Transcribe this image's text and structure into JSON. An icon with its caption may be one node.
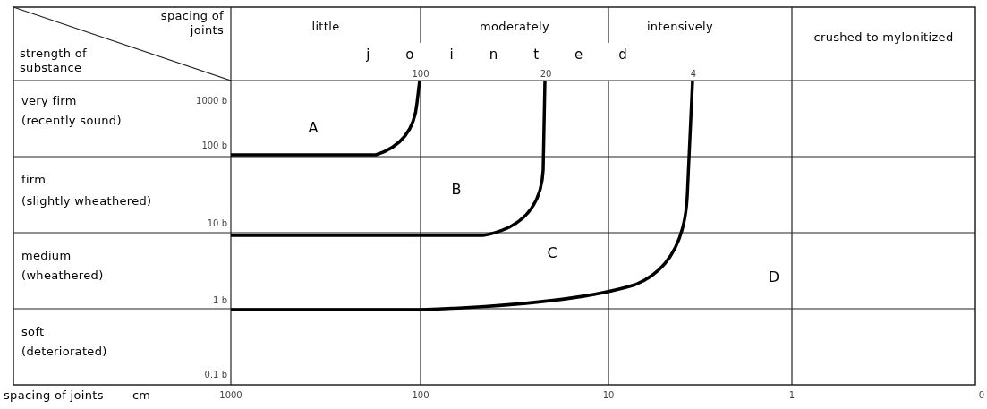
{
  "diagram": {
    "labels": [
      "spacing of joints",
      "strength of substance",
      "little",
      "moderately",
      "intensively",
      "crushed to mylonitized",
      "jointed",
      "100",
      "20",
      "4",
      "very firm",
      "(recently sound)",
      "1000 b",
      "100 b",
      "A",
      "firm",
      "(slightly wheathered)",
      "10 b",
      "B",
      "medium",
      "(wheathered)",
      "C",
      "D",
      "1 b",
      "soft",
      "(deteriorated)",
      "0.1 b",
      "spacing of joints",
      "cm",
      "1000",
      "100",
      "10",
      "1",
      "0"
    ]
  }
}
